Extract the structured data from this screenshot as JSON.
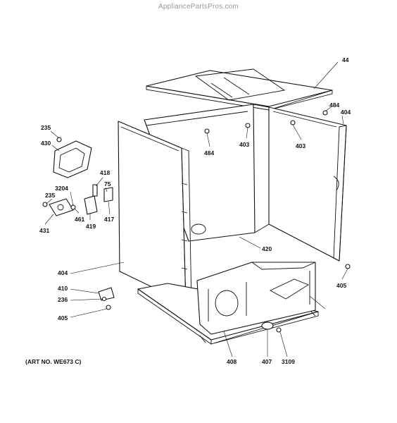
{
  "watermark": "AppliancePartsPros.com",
  "art_number": "(ART NO. WE673 C)",
  "callouts": {
    "c44": "44",
    "c484a": "484",
    "c404a": "404",
    "c403a": "403",
    "c484b": "484",
    "c403b": "403",
    "c235a": "235",
    "c430": "430",
    "c418": "418",
    "c75": "75",
    "c3204": "3204",
    "c235b": "235",
    "c461": "461",
    "c419": "419",
    "c417": "417",
    "c431": "431",
    "c420": "420",
    "c404b": "404",
    "c405a": "405",
    "c410": "410",
    "c236": "236",
    "c405b": "405",
    "c408": "408",
    "c407": "407",
    "c3109": "3109"
  },
  "colors": {
    "ink": "#111111",
    "paper": "#ffffff",
    "watermark": "#9a9a9a"
  }
}
